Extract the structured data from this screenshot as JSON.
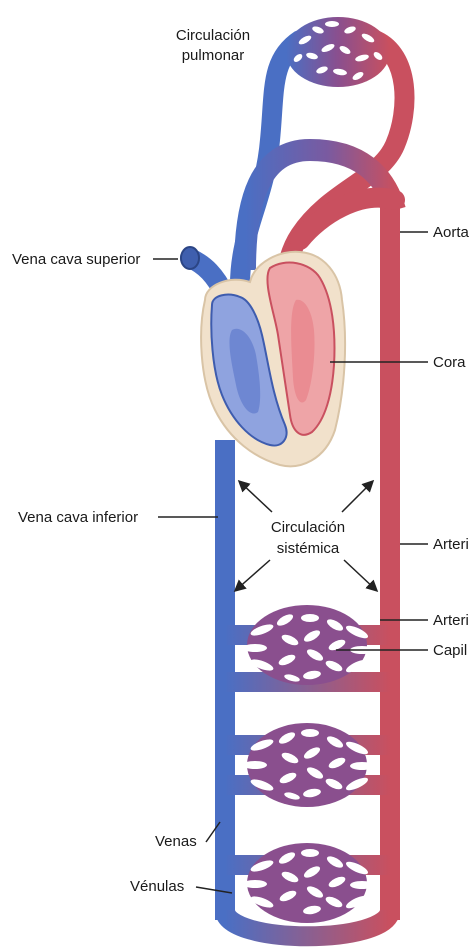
{
  "labels": {
    "pulmonary_circulation_line1": "Circulación",
    "pulmonary_circulation_line2": "pulmonar",
    "superior_vena_cava": "Vena cava superior",
    "aorta": "Aorta",
    "heart": "Cora",
    "inferior_vena_cava": "Vena cava inferior",
    "systemic_circulation_line1": "Circulación",
    "systemic_circulation_line2": "sistémica",
    "arteries": "Arteri",
    "arterioles": "Arteri",
    "capillaries": "Capil",
    "veins": "Venas",
    "venules": "Vénulas"
  },
  "colors": {
    "venous": "#4a6fc4",
    "arterial": "#c9505f",
    "mixed": "#8a4f8e",
    "heart_outline": "#f1e1cb",
    "right_heart": "#8fa3df",
    "left_heart": "#eea4a7"
  }
}
